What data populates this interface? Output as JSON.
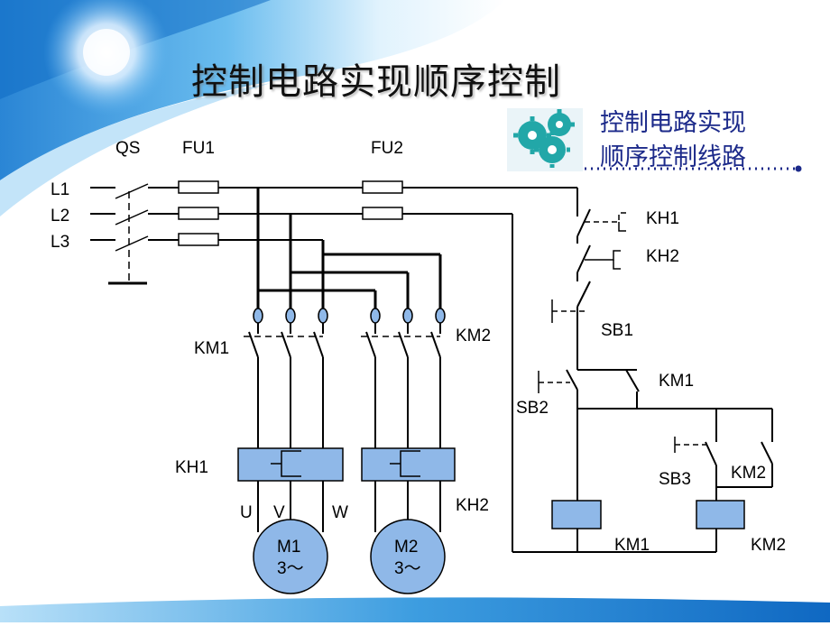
{
  "slide": {
    "title": "控制电路实现顺序控制",
    "side_title_line1": "控制电路实现",
    "side_title_line2": "顺序控制线路",
    "gear_icon": "gear-icon"
  },
  "diagram": {
    "supply": {
      "switch": "QS",
      "phases": [
        "L1",
        "L2",
        "L3"
      ]
    },
    "fuses": {
      "main": "FU1",
      "control": "FU2"
    },
    "contactors": {
      "km1": "KM1",
      "km2": "KM2"
    },
    "overloads": {
      "kh1": "KH1",
      "kh2": "KH2"
    },
    "buttons": {
      "stop": "SB1",
      "start1": "SB2",
      "start2": "SB3"
    },
    "terminals": [
      "U",
      "V",
      "W"
    ],
    "motors": [
      {
        "name": "M1",
        "spec": "3～"
      },
      {
        "name": "M2",
        "spec": "3～"
      }
    ],
    "control_labels": {
      "kh1_contact": "KH1",
      "kh2_contact": "KH2",
      "sb1": "SB1",
      "km1_aux": "KM1",
      "sb2": "SB2",
      "sb3": "SB3",
      "km2_aux": "KM2",
      "km1_coil": "KM1",
      "km2_coil": "KM2"
    },
    "colors": {
      "component_fill": "#8fb8e8",
      "wire": "#000000",
      "accent": "#1c2a8a"
    }
  }
}
